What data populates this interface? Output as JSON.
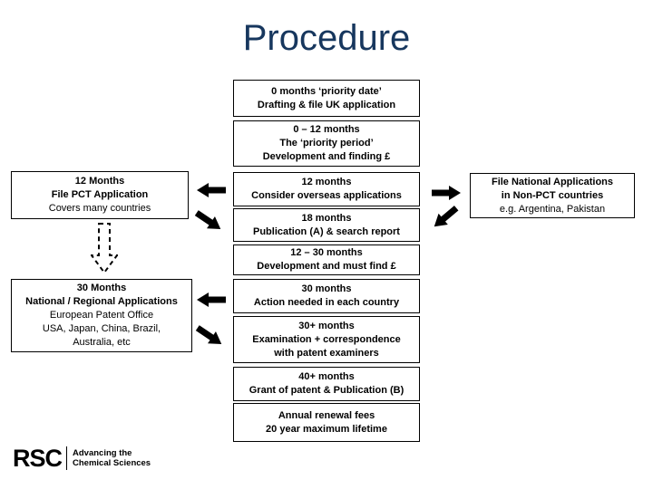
{
  "title": "Procedure",
  "colors": {
    "title_text": "#17375E",
    "box_border": "#000000",
    "arrow_fill": "#000000",
    "background": "#FFFFFF"
  },
  "icons": {
    "arrow_left": "◄ solid block arrow",
    "arrow_right": "► solid block arrow",
    "arrow_down_right": "↘ solid block arrow",
    "arrow_down_left": "↙ solid block arrow",
    "arrow_down_dashed": "⇣ dashed hollow arrow"
  },
  "center_boxes": [
    {
      "lines": [
        "0 months ‘priority date’",
        "Drafting & file UK application"
      ]
    },
    {
      "lines": [
        "0 – 12 months",
        "The ‘priority period’",
        "Development and finding £"
      ]
    },
    {
      "lines": [
        "12 months",
        "Consider overseas applications"
      ]
    },
    {
      "lines": [
        "18 months",
        "Publication (A) & search report"
      ]
    },
    {
      "lines": [
        "12 – 30 months",
        "Development and must find £"
      ]
    },
    {
      "lines": [
        "30 months",
        "Action needed in each country"
      ]
    },
    {
      "lines": [
        "30+ months",
        "Examination + correspondence",
        "with patent examiners"
      ]
    },
    {
      "lines": [
        "40+ months",
        "Grant of patent & Publication (B)"
      ]
    },
    {
      "lines": [
        "Annual renewal fees",
        "20 year maximum lifetime"
      ]
    }
  ],
  "left_boxes": [
    {
      "bold_lines": [
        "12 Months",
        "File PCT Application"
      ],
      "plain_lines": [
        "Covers many countries"
      ]
    },
    {
      "bold_lines": [
        "30 Months",
        "National / Regional Applications"
      ],
      "plain_lines": [
        "European Patent Office",
        "USA, Japan, China, Brazil,",
        "Australia, etc"
      ]
    }
  ],
  "right_box": {
    "bold_lines": [
      "File National Applications",
      "in Non-PCT countries"
    ],
    "plain_lines": [
      "e.g. Argentina, Pakistan"
    ]
  },
  "logo": {
    "abbr": "RSC",
    "tagline_line1": "Advancing the",
    "tagline_line2": "Chemical Sciences"
  }
}
